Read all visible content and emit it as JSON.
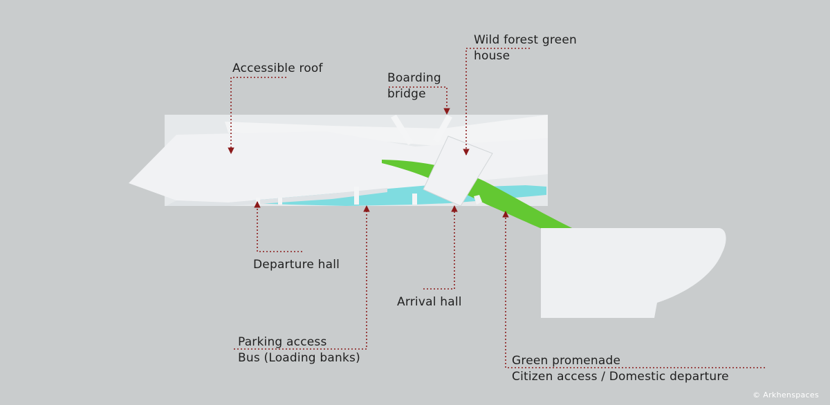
{
  "labels": {
    "accessible_roof": "Accessible roof",
    "boarding_bridge": [
      "Boarding",
      "bridge"
    ],
    "wild_forest": [
      "Wild forest green",
      "house"
    ],
    "departure_hall": "Departure hall",
    "arrival_hall": "Arrival hall",
    "parking_access": [
      "Parking access",
      "Bus (Loading banks)"
    ],
    "green_promenade": [
      "Green promenade",
      "Citizen access / Domestic departure"
    ]
  },
  "credit": "© Arkhenspaces",
  "colors": {
    "background": "#c9cccd",
    "building": "#eef0f2",
    "glazing": "#7fdce0",
    "green": "#63c832",
    "leader": "#8b1a1a",
    "text": "#1f1f1f"
  }
}
